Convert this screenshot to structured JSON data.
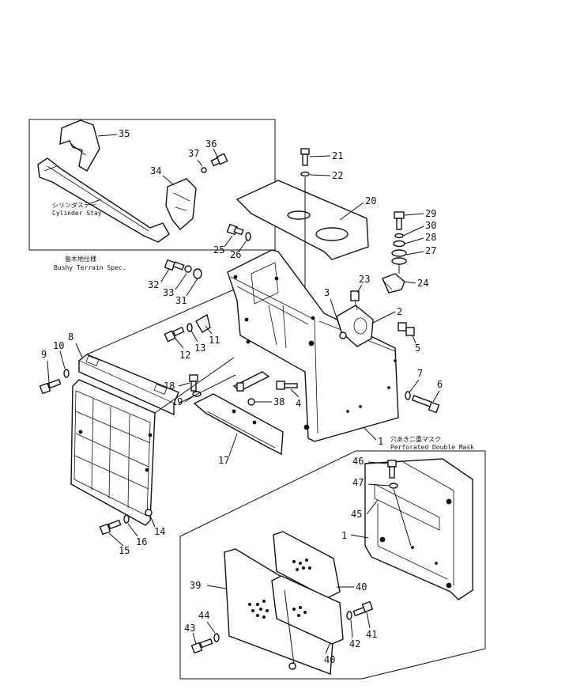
{
  "labels": {
    "p1": "1",
    "p1b": "1",
    "p2": "2",
    "p3": "3",
    "p4": "4",
    "p5": "5",
    "p6": "6",
    "p7": "7",
    "p8": "8",
    "p9": "9",
    "p10": "10",
    "p11": "11",
    "p12": "12",
    "p13": "13",
    "p14": "14",
    "p15": "15",
    "p16": "16",
    "p17": "17",
    "p18": "18",
    "p19": "19",
    "p20": "20",
    "p21": "21",
    "p22": "22",
    "p23": "23",
    "p24": "24",
    "p25": "25",
    "p26": "26",
    "p27": "27",
    "p28": "28",
    "p29": "29",
    "p30": "30",
    "p31": "31",
    "p32": "32",
    "p33": "33",
    "p34": "34",
    "p35": "35",
    "p36": "36",
    "p37": "37",
    "p38": "38",
    "p39": "39",
    "p40a": "40",
    "p40b": "40",
    "p41": "41",
    "p42": "42",
    "p43": "43",
    "p44": "44",
    "p45": "45",
    "p46": "46",
    "p47": "47"
  },
  "captions": {
    "cylinder_stay_jp": "シリンダステー",
    "cylinder_stay_en": "Cylinder Stay",
    "bushy_terrain_jp": "島木地仕様",
    "bushy_terrain_en": "Bushy Terrain Spec.",
    "perforated_jp": "穴あき二重マスク",
    "perforated_en": "Perforated Double Mask"
  }
}
